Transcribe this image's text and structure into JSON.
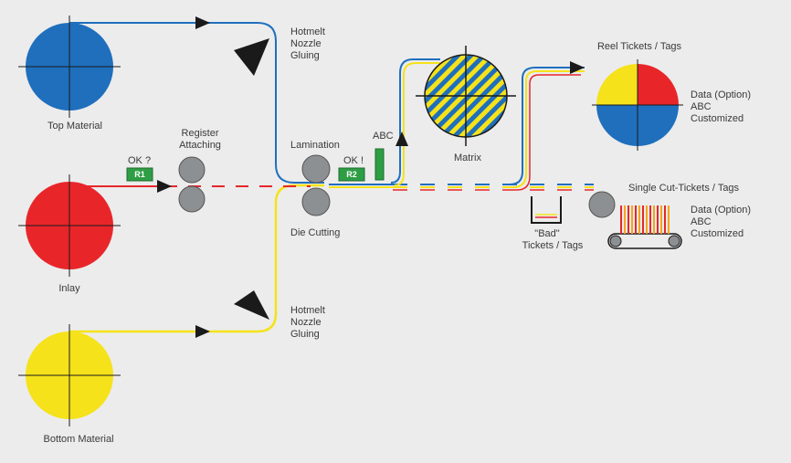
{
  "rolls": {
    "top": {
      "label": "Top Material",
      "color": "#1f6fbd"
    },
    "inlay": {
      "label": "Inlay",
      "color": "#e8262a"
    },
    "bottom": {
      "label": "Bottom Material",
      "color": "#f5e21a"
    }
  },
  "stations": {
    "hotmelt_top": [
      "Hotmelt",
      "Nozzle",
      "Gluing"
    ],
    "hotmelt_bottom": [
      "Hotmelt",
      "Nozzle",
      "Gluing"
    ],
    "register": [
      "Register",
      "Attaching"
    ],
    "lamination": "Lamination",
    "die_cutting": "Die Cutting",
    "abc": "ABC",
    "matrix": "Matrix"
  },
  "checks": {
    "first": {
      "status": "OK ?",
      "tag": "R1"
    },
    "second": {
      "status": "OK !",
      "tag": "R2"
    }
  },
  "outputs": {
    "reel": {
      "title": "Reel Tickets / Tags",
      "info": [
        "Data (Option)",
        "ABC",
        "Customized"
      ]
    },
    "single": {
      "title": "Single Cut-Tickets / Tags",
      "info": [
        "Data (Option)",
        "ABC",
        "Customized"
      ]
    },
    "bad": [
      "\"Bad\"",
      "Tickets / Tags"
    ]
  },
  "colors": {
    "background": "#ececec",
    "top": "#1f6fbd",
    "inlay": "#e8262a",
    "bottom": "#f5e21a",
    "tag": "#2e9e44",
    "roller": "#8d9093",
    "text": "#3a3a3a"
  }
}
